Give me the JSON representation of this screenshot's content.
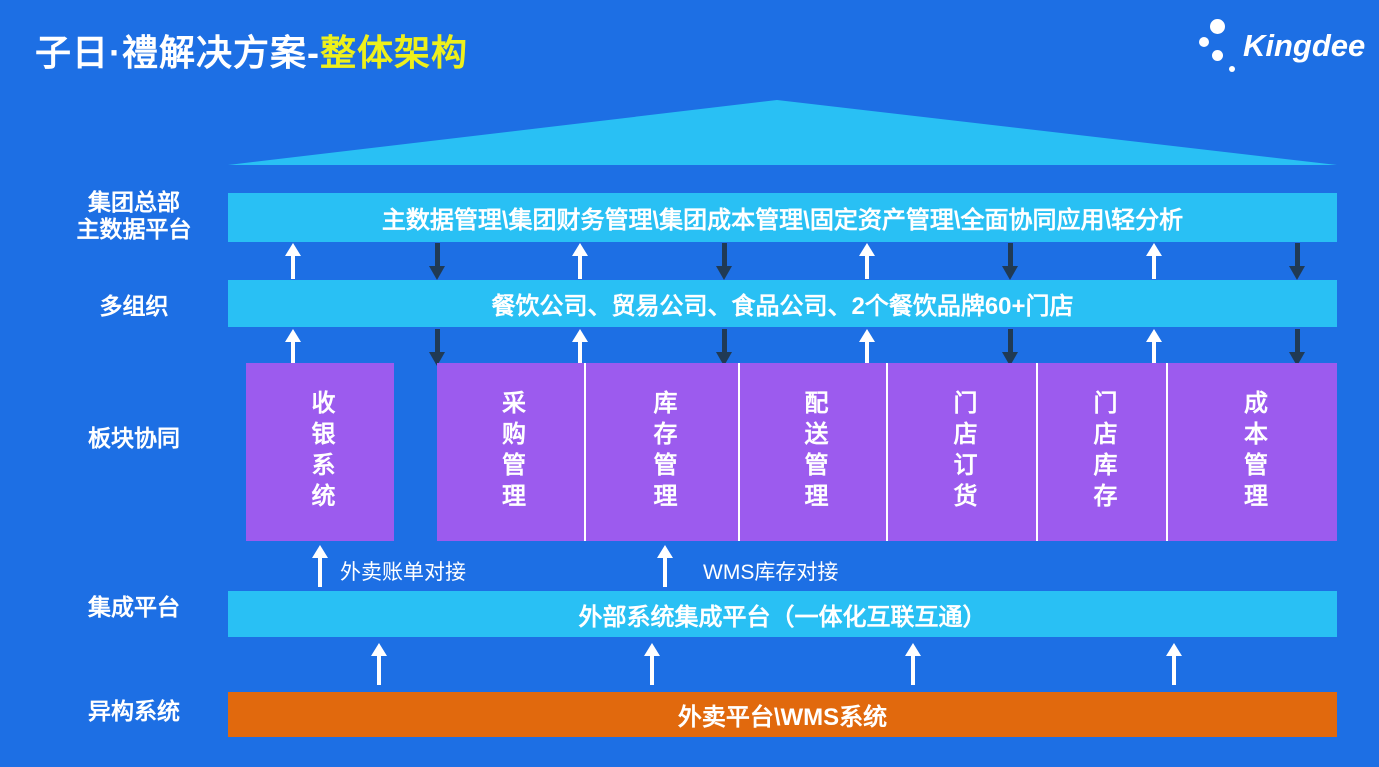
{
  "title": {
    "prefix": "子日·禮解决方案-",
    "highlight": "整体架构"
  },
  "logo": {
    "text": "Kingdee",
    "dots_icon": "kingdee-dot-cluster"
  },
  "sidebar": {
    "hq_line1": "集团总部",
    "hq_line2": "主数据平台",
    "multi_org": "多组织",
    "sector": "板块协同",
    "integration": "集成平台",
    "hetero": "异构系统"
  },
  "bars": {
    "master_data": "主数据管理\\集团财务管理\\集团成本管理\\固定资产管理\\全面协同应用\\轻分析",
    "multi_org": "餐饮公司、贸易公司、食品公司、2个餐饮品牌60+门店",
    "integration": "外部系统集成平台（一体化互联互通）",
    "hetero": "外卖平台\\WMS系统"
  },
  "modules": {
    "pos": "收银系统",
    "columns": [
      "采购管理",
      "库存管理",
      "配送管理",
      "门店订货",
      "门店库存",
      "成本管理"
    ]
  },
  "connectors": {
    "takeout_label": "外卖账单对接",
    "wms_label": "WMS库存对接"
  },
  "colors": {
    "background": "#1d6fe4",
    "bar_light_blue": "#29c0f4",
    "module_purple": "#9c5bee",
    "hetero_orange": "#e1690d",
    "arrow_dark": "#203a54",
    "arrow_white": "#ffffff",
    "title_highlight": "#eef01b",
    "text": "#ffffff"
  }
}
